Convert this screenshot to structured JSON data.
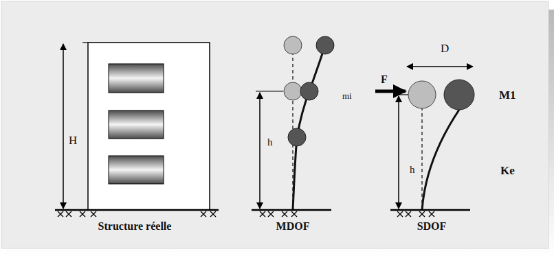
{
  "diagram": {
    "labels": [
      "H",
      "Structure réelle",
      "h",
      "mi",
      "MDOF",
      "D",
      "F",
      "M1",
      "h",
      "Ke",
      "SDOF"
    ]
  }
}
